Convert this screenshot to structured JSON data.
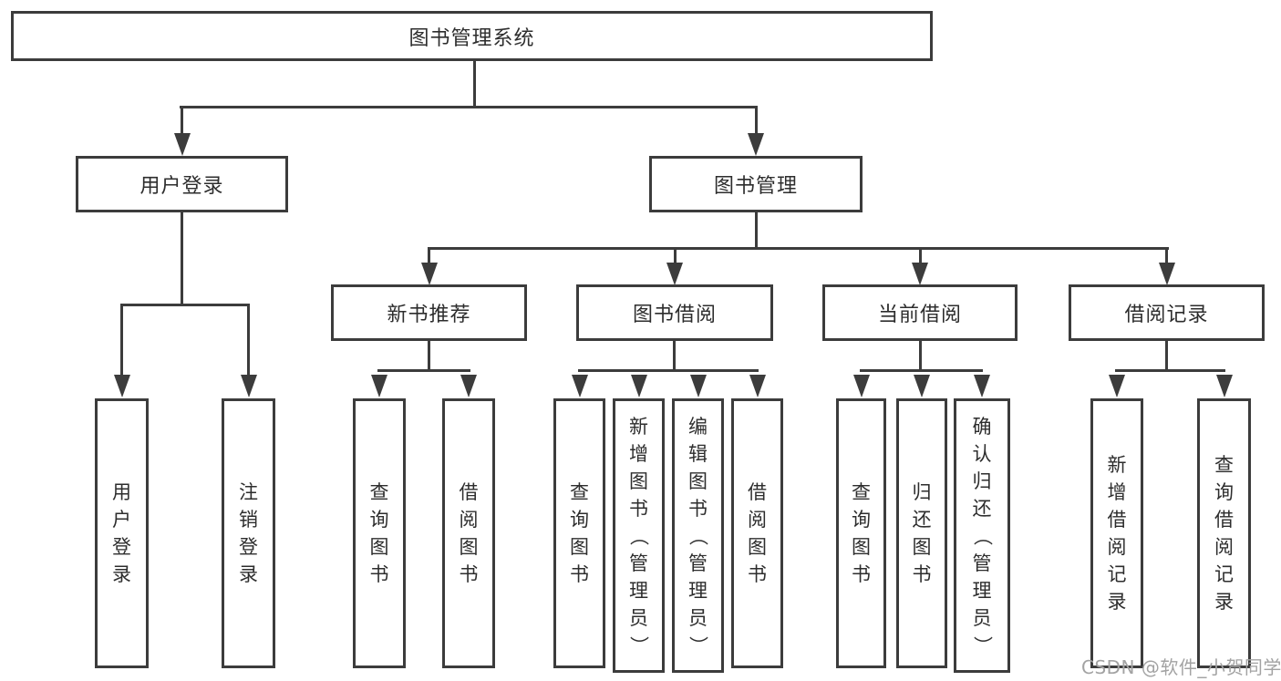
{
  "title": "图书管理系统",
  "watermark": "CSDN @软件_小贺同学",
  "colors": {
    "line": "#3c3c3c",
    "box_border": "#3c3c3c",
    "text": "#2d2d2d",
    "watermark": "#a3a3a3",
    "background": "#ffffff"
  },
  "nodes": {
    "root": "图书管理系统",
    "user_login": "用户登录",
    "book_mgmt": "图书管理",
    "new_book_rec": "新书推荐",
    "book_borrow": "图书借阅",
    "current_borrow": "当前借阅",
    "borrow_records": "借阅记录",
    "leaf_user_login": "用户登录",
    "leaf_logout": "注销登录",
    "leaf_query_book_a": "查询图书",
    "leaf_borrow_book_a": "借阅图书",
    "leaf_query_book_b": "查询图书",
    "leaf_add_book": "新增图书（管理员）",
    "leaf_edit_book": "编辑图书（管理员）",
    "leaf_borrow_book_b": "借阅图书",
    "leaf_query_book_c": "查询图书",
    "leaf_return_book": "归还图书",
    "leaf_confirm_return": "确认归还（管理员）",
    "leaf_add_record": "新增借阅记录",
    "leaf_query_record": "查询借阅记录"
  },
  "hierarchy": {
    "图书管理系统": {
      "用户登录": [
        "用户登录",
        "注销登录"
      ],
      "图书管理": {
        "新书推荐": [
          "查询图书",
          "借阅图书"
        ],
        "图书借阅": [
          "查询图书",
          "新增图书（管理员）",
          "编辑图书（管理员）",
          "借阅图书"
        ],
        "当前借阅": [
          "查询图书",
          "归还图书",
          "确认归还（管理员）"
        ],
        "借阅记录": [
          "新增借阅记录",
          "查询借阅记录"
        ]
      }
    }
  }
}
